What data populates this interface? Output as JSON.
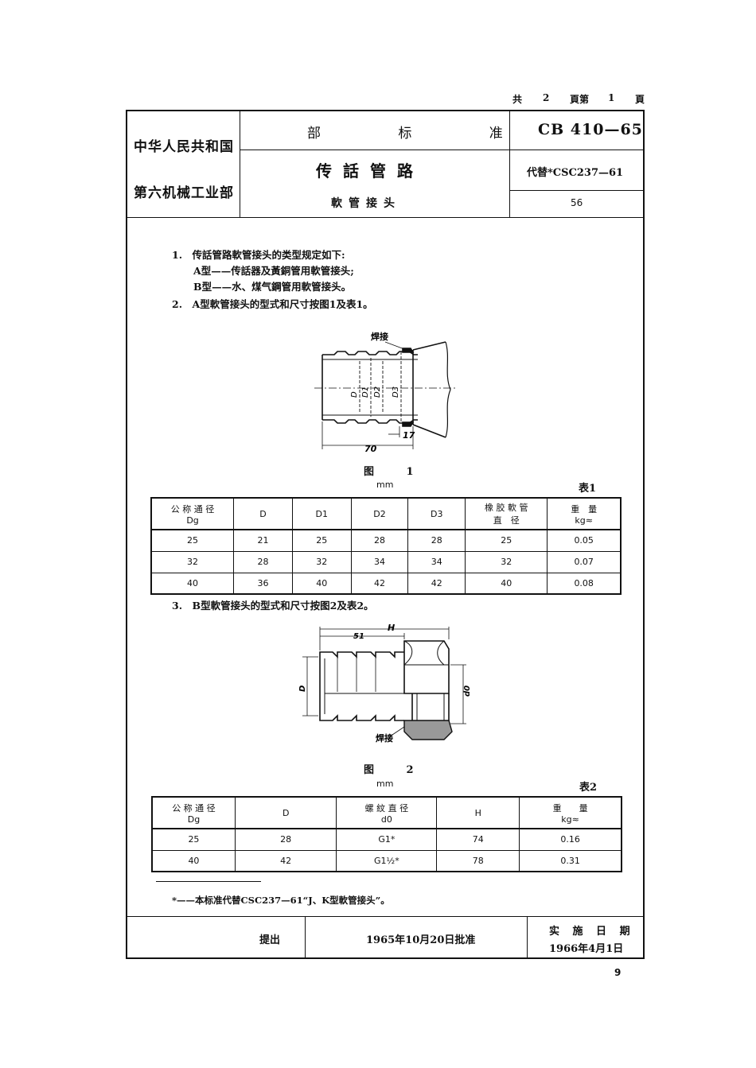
{
  "page_info": {
    "gong": "共",
    "total": "2",
    "ye_di": "頁第",
    "current": "1",
    "ye": "頁"
  },
  "header": {
    "left_line1": "中华人民共和国",
    "left_line2": "第六机械工业部",
    "category": "部 标 准",
    "title": "传話管路",
    "subtitle": "軟管接头",
    "code": "CB 410—65",
    "replaces": "代替*CSC237—61",
    "number": "56"
  },
  "clauses": {
    "c1": "1.　传話管路軟管接头的类型规定如下:",
    "c1a": "A型——传話器及黃銅管用軟管接头;",
    "c1b": "B型——水、煤气鋼管用軟管接头。",
    "c2": "2.　A型軟管接头的型式和尺寸按图1及表1。",
    "c3": "3.　B型軟管接头的型式和尺寸按图2及表2。"
  },
  "figure1": {
    "caption": "图 1",
    "weld": "焊接",
    "labels": [
      "D",
      "D1",
      "D2",
      "D3"
    ],
    "dim_length": "70",
    "dim_small": "17"
  },
  "figure2": {
    "caption": "图 2",
    "weld": "焊接",
    "dim_h": "H",
    "dim_len": "51",
    "label_d": "D",
    "label_d0": "d0"
  },
  "table1": {
    "unit": "mm",
    "label": "表1",
    "headers": {
      "h0a": "公 称 通 径",
      "h0b": "Dg",
      "h1": "D",
      "h2": "D1",
      "h3": "D2",
      "h4": "D3",
      "h5a": "橡 胶 軟 管",
      "h5b": "直　径",
      "h6a": "重　量",
      "h6b": "kg≈"
    },
    "rows": [
      [
        "25",
        "21",
        "25",
        "28",
        "28",
        "25",
        "0.05"
      ],
      [
        "32",
        "28",
        "32",
        "34",
        "34",
        "32",
        "0.07"
      ],
      [
        "40",
        "36",
        "40",
        "42",
        "42",
        "40",
        "0.08"
      ]
    ]
  },
  "table2": {
    "unit": "mm",
    "label": "表2",
    "headers": {
      "h0a": "公 称 通 径",
      "h0b": "Dg",
      "h1": "D",
      "h2a": "螺 紋 直 径",
      "h2b": "d0",
      "h3": "H",
      "h4a": "重　　量",
      "h4b": "kg≈"
    },
    "rows": [
      [
        "25",
        "28",
        "G1*",
        "74",
        "0.16"
      ],
      [
        "40",
        "42",
        "G1½*",
        "78",
        "0.31"
      ]
    ]
  },
  "footnote": "*——本标准代替CSC237—61“J、K型軟管接头”。",
  "footer": {
    "proposed": "提出",
    "approved": "1965年10月20日批准",
    "effective_label": "实 施 日 期",
    "effective_date": "1966年4月1日"
  },
  "page_number": "9"
}
